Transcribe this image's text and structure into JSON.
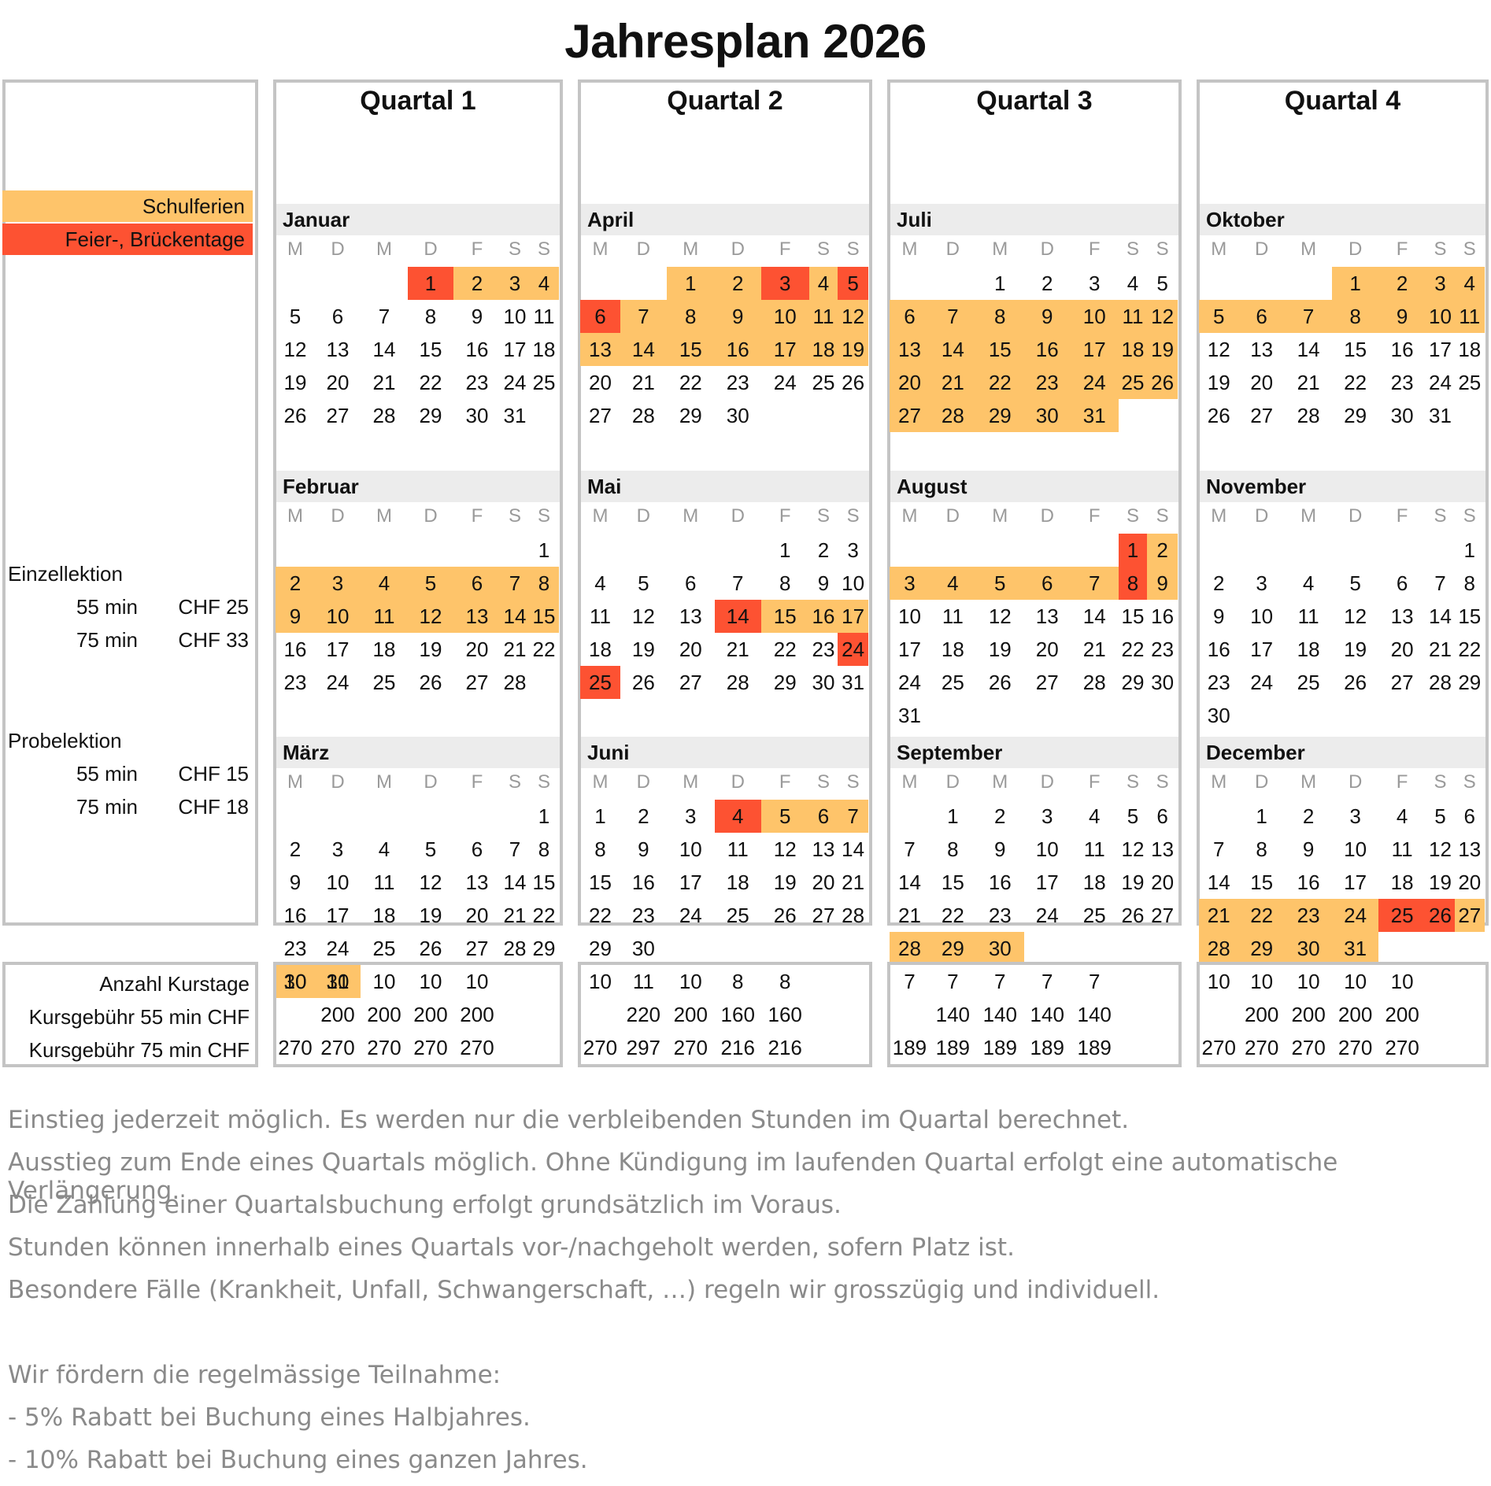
{
  "title": "Jahresplan 2026",
  "legend": {
    "ferien": "Schulferien",
    "feier": "Feier-, Brückentage"
  },
  "colors": {
    "ferien": "#fec46a",
    "feier": "#fd5232",
    "border": "#c4c4c4",
    "month_band": "#ececec"
  },
  "prices": [
    {
      "title": "Einzellektion",
      "rows": [
        {
          "duration": "55 min",
          "price": "CHF 25"
        },
        {
          "duration": "75 min",
          "price": "CHF 33"
        }
      ]
    },
    {
      "title": "Probelektion",
      "rows": [
        {
          "duration": "55 min",
          "price": "CHF 15"
        },
        {
          "duration": "75 min",
          "price": "CHF 18"
        }
      ]
    }
  ],
  "weekday_labels": [
    "M",
    "D",
    "M",
    "D",
    "F",
    "S",
    "S"
  ],
  "quarters": [
    {
      "title": "Quartal 1",
      "months": [
        {
          "name": "Januar",
          "start": 3,
          "days": 31,
          "ferien": [
            2,
            3,
            4
          ],
          "feier": [
            1
          ]
        },
        {
          "name": "Februar",
          "start": 6,
          "days": 28,
          "ferien": [
            2,
            3,
            4,
            5,
            6,
            7,
            8,
            9,
            10,
            11,
            12,
            13,
            14,
            15
          ],
          "feier": []
        },
        {
          "name": "März",
          "start": 6,
          "days": 31,
          "ferien": [
            30,
            31
          ],
          "feier": []
        }
      ]
    },
    {
      "title": "Quartal 2",
      "months": [
        {
          "name": "April",
          "start": 2,
          "days": 30,
          "ferien": [
            1,
            2,
            4,
            7,
            8,
            9,
            10,
            11,
            12,
            13,
            14,
            15,
            16,
            17,
            18,
            19
          ],
          "feier": [
            3,
            5,
            6
          ]
        },
        {
          "name": "Mai",
          "start": 4,
          "days": 31,
          "ferien": [
            15,
            16,
            17
          ],
          "feier": [
            14,
            24,
            25
          ]
        },
        {
          "name": "Juni",
          "start": 0,
          "days": 30,
          "ferien": [
            5,
            6,
            7
          ],
          "feier": [
            4
          ]
        }
      ]
    },
    {
      "title": "Quartal 3",
      "months": [
        {
          "name": "Juli",
          "start": 2,
          "days": 31,
          "ferien": [
            6,
            7,
            8,
            9,
            10,
            11,
            12,
            13,
            14,
            15,
            16,
            17,
            18,
            19,
            20,
            21,
            22,
            23,
            24,
            25,
            26,
            27,
            28,
            29,
            30,
            31
          ],
          "feier": []
        },
        {
          "name": "August",
          "start": 5,
          "days": 31,
          "ferien": [
            2,
            3,
            4,
            5,
            6,
            7,
            9
          ],
          "feier": [
            1,
            8
          ]
        },
        {
          "name": "September",
          "start": 1,
          "days": 30,
          "ferien": [
            28,
            29,
            30
          ],
          "feier": []
        }
      ]
    },
    {
      "title": "Quartal 4",
      "months": [
        {
          "name": "Oktober",
          "start": 3,
          "days": 31,
          "ferien": [
            1,
            2,
            3,
            4,
            5,
            6,
            7,
            8,
            9,
            10,
            11
          ],
          "feier": []
        },
        {
          "name": "November",
          "start": 6,
          "days": 30,
          "ferien": [],
          "feier": []
        },
        {
          "name": "December",
          "start": 1,
          "days": 31,
          "ferien": [
            21,
            22,
            23,
            24,
            27,
            28,
            29,
            30,
            31
          ],
          "feier": [
            25,
            26
          ]
        }
      ]
    }
  ],
  "stats": {
    "labels": [
      "Anzahl Kurstage",
      "Kursgebühr 55 min  CHF",
      "Kursgebühr 75 min  CHF"
    ],
    "quarters": [
      {
        "days": [
          "10",
          "10",
          "10",
          "10",
          "10"
        ],
        "fee55": [
          "",
          "200",
          "200",
          "200",
          "200"
        ],
        "fee75": [
          "270",
          "270",
          "270",
          "270",
          "270"
        ]
      },
      {
        "days": [
          "10",
          "11",
          "10",
          "8",
          "8"
        ],
        "fee55": [
          "",
          "220",
          "200",
          "160",
          "160"
        ],
        "fee75": [
          "270",
          "297",
          "270",
          "216",
          "216"
        ]
      },
      {
        "days": [
          "7",
          "7",
          "7",
          "7",
          "7"
        ],
        "fee55": [
          "",
          "140",
          "140",
          "140",
          "140"
        ],
        "fee75": [
          "189",
          "189",
          "189",
          "189",
          "189"
        ]
      },
      {
        "days": [
          "10",
          "10",
          "10",
          "10",
          "10"
        ],
        "fee55": [
          "",
          "200",
          "200",
          "200",
          "200"
        ],
        "fee75": [
          "270",
          "270",
          "270",
          "270",
          "270"
        ]
      }
    ]
  },
  "notes": [
    "Einstieg jederzeit möglich. Es werden nur die verbleibenden Stunden im Quartal berechnet.",
    "Ausstieg zum Ende eines Quartals möglich. Ohne Kündigung im laufenden Quartal erfolgt eine automatische Verlängerung.",
    "Die Zahlung einer Quartalsbuchung erfolgt grundsätzlich im Voraus.",
    "Stunden können innerhalb eines Quartals vor-/nachgeholt werden, sofern Platz ist.",
    "Besondere Fälle (Krankheit, Unfall, Schwangerschaft, …) regeln wir grosszügig und individuell.",
    "",
    "Wir fördern die regelmässige Teilnahme:",
    "-  5% Rabatt bei Buchung eines Halbjahres.",
    "-  10% Rabatt bei Buchung eines ganzen Jahres."
  ]
}
